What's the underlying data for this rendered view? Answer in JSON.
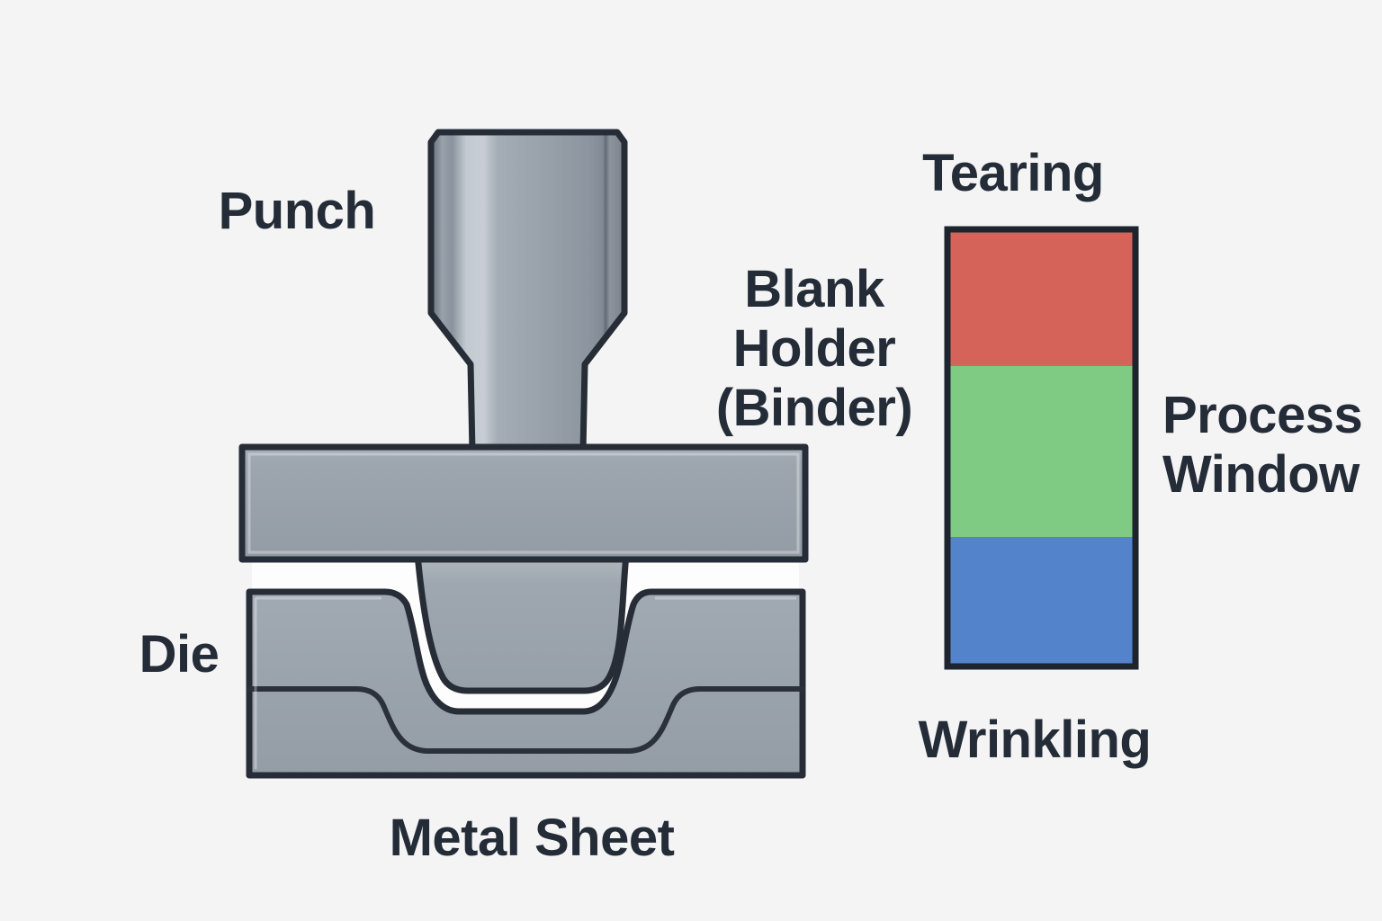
{
  "colors": {
    "background": "#f4f4f5",
    "outline": "#272d36",
    "text": "#242c38",
    "metal": "#9aa3ac",
    "metal_dark": "#7b848e",
    "metal_light": "#c7cdd3",
    "gap_white": "#fdfdfd",
    "bar_border": "#1d242e"
  },
  "diagram": {
    "labels": {
      "punch": "Punch",
      "die": "Die",
      "metal_sheet": "Metal Sheet",
      "blank_holder_lines": [
        "Blank",
        "Holder",
        "(Binder)"
      ]
    },
    "parts": {
      "punch": "punch-tool",
      "blank_holder": "blank-holder-plate",
      "die": "die-block",
      "metal_sheet": "formed-metal-sheet"
    }
  },
  "process_bar": {
    "top_label": "Tearing",
    "side_label_lines": [
      "Process",
      "Window"
    ],
    "bottom_label": "Wrinkling",
    "segments": [
      {
        "name": "tearing",
        "color": "#d5635a"
      },
      {
        "name": "process-window",
        "color": "#80cb84"
      },
      {
        "name": "wrinkling",
        "color": "#5383ca"
      }
    ]
  }
}
